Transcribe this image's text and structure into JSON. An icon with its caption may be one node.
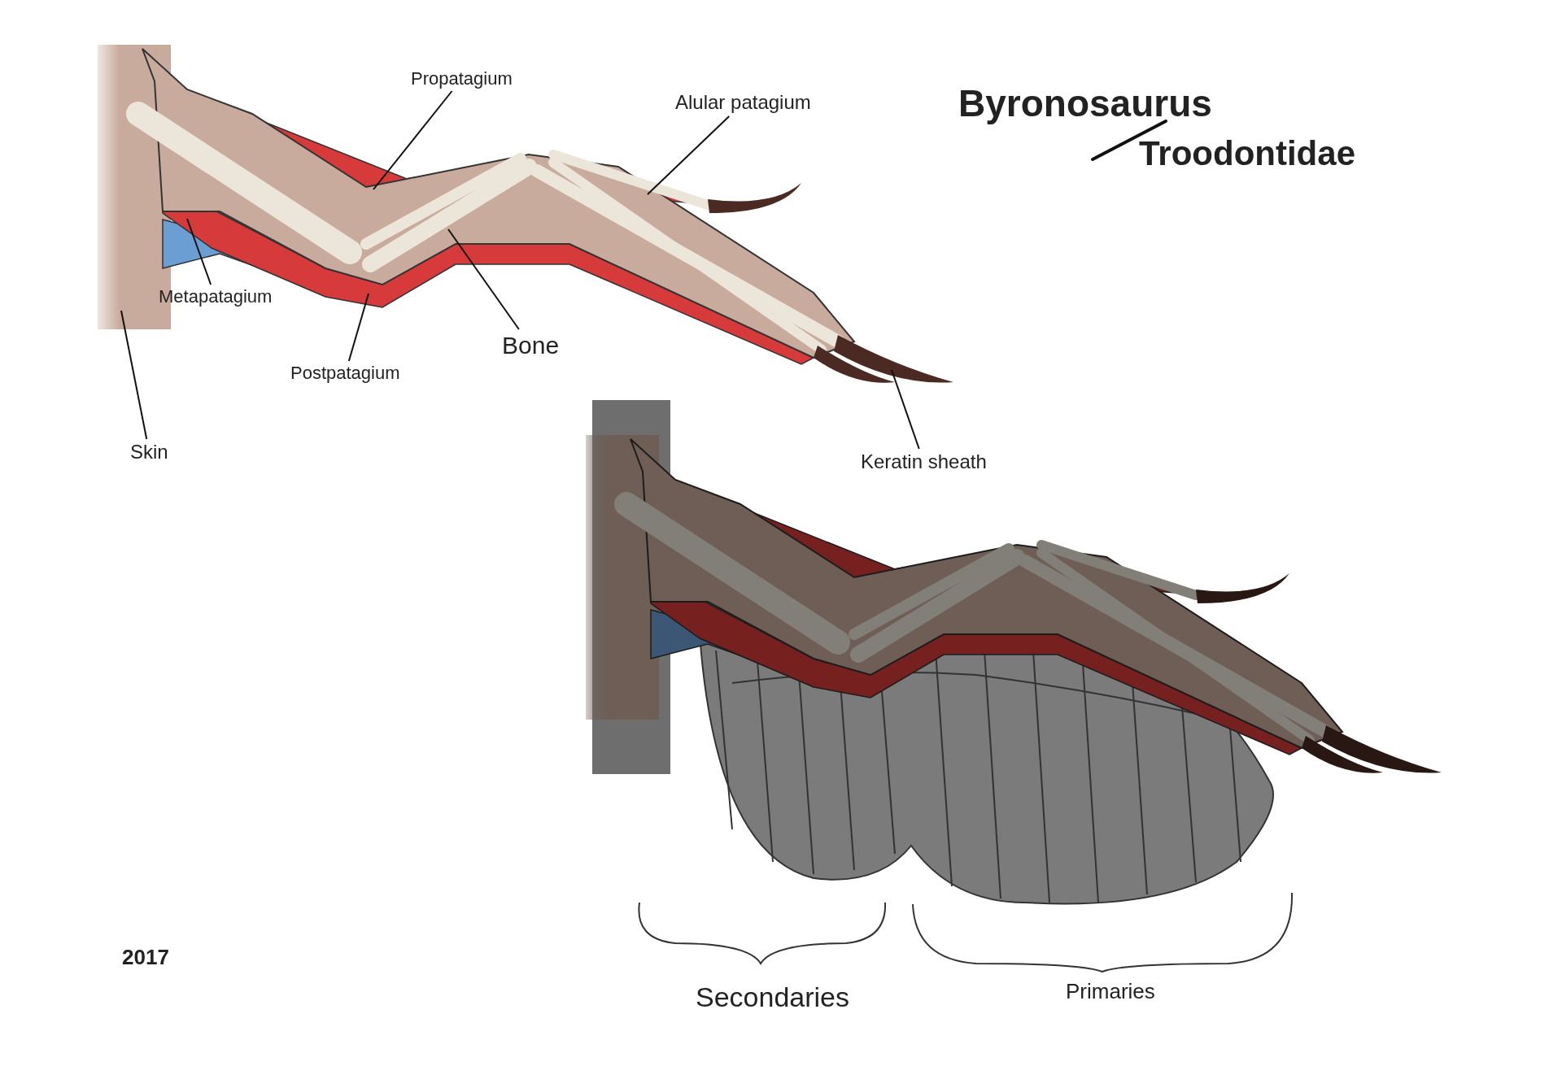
{
  "diagram": {
    "title": "Byronosaurus",
    "nodes": [
      {
        "text": [
          "Propatagium"
        ]
      },
      {
        "text": [
          "Alular patagium"
        ]
      },
      {
        "text": [
          "Metapatagium"
        ]
      },
      {
        "text": [
          "Postpatagium"
        ]
      },
      {
        "text": [
          "Bone"
        ]
      },
      {
        "text": [
          "Skin"
        ]
      },
      {
        "text": [
          "Keratin sheath"
        ]
      }
    ],
    "edges": [
      {
        "from": 0,
        "to": null,
        "arrow": "none"
      },
      {
        "from": 1,
        "to": null,
        "arrow": "none"
      },
      {
        "from": 2,
        "to": null,
        "arrow": "none"
      },
      {
        "from": 3,
        "to": null,
        "arrow": "none"
      },
      {
        "from": 4,
        "to": null,
        "arrow": "none"
      },
      {
        "from": 5,
        "to": null,
        "arrow": "none"
      },
      {
        "from": 6,
        "to": null,
        "arrow": "none"
      }
    ],
    "labels": [
      "Troodontidae",
      "Secondaries",
      "Primaries",
      "2017"
    ]
  }
}
